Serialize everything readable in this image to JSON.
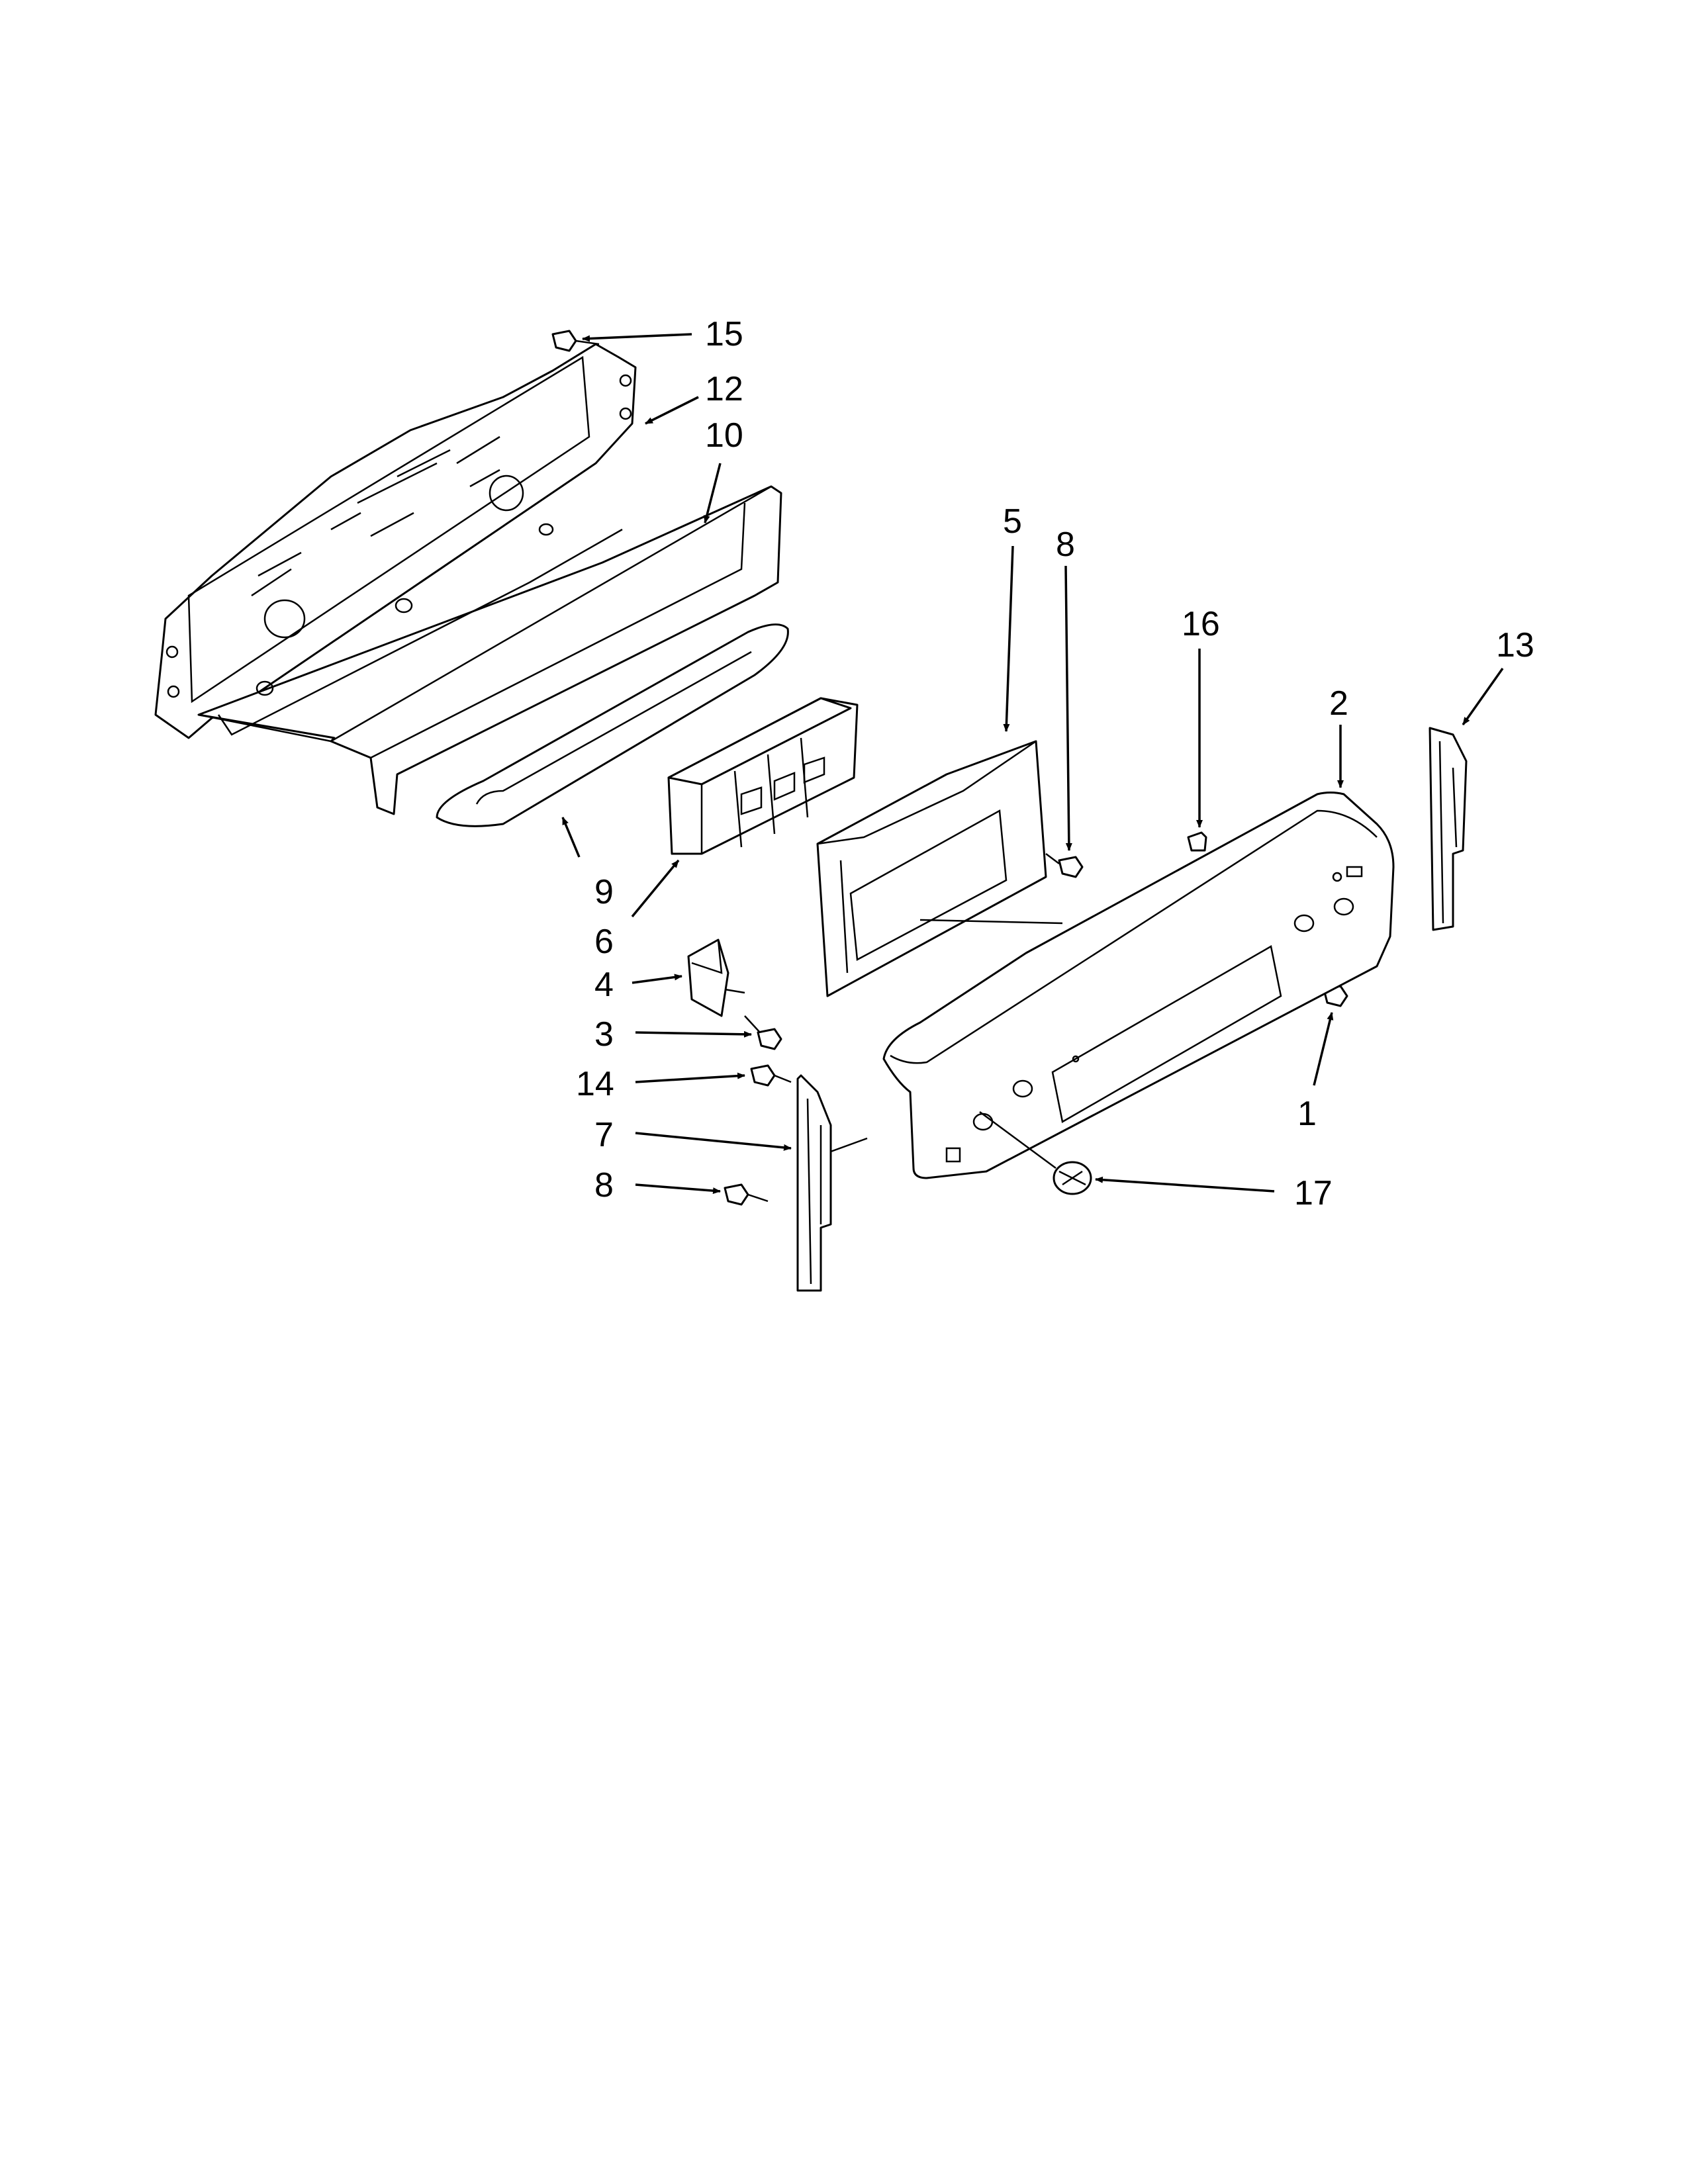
{
  "callouts": {
    "c1": "1",
    "c2": "2",
    "c3": "3",
    "c4": "4",
    "c5": "5",
    "c6": "6",
    "c7": "7",
    "c8a": "8",
    "c8b": "8",
    "c9": "9",
    "c10": "10",
    "c12": "12",
    "c13": "13",
    "c14": "14",
    "c15": "15",
    "c16": "16",
    "c17": "17"
  }
}
